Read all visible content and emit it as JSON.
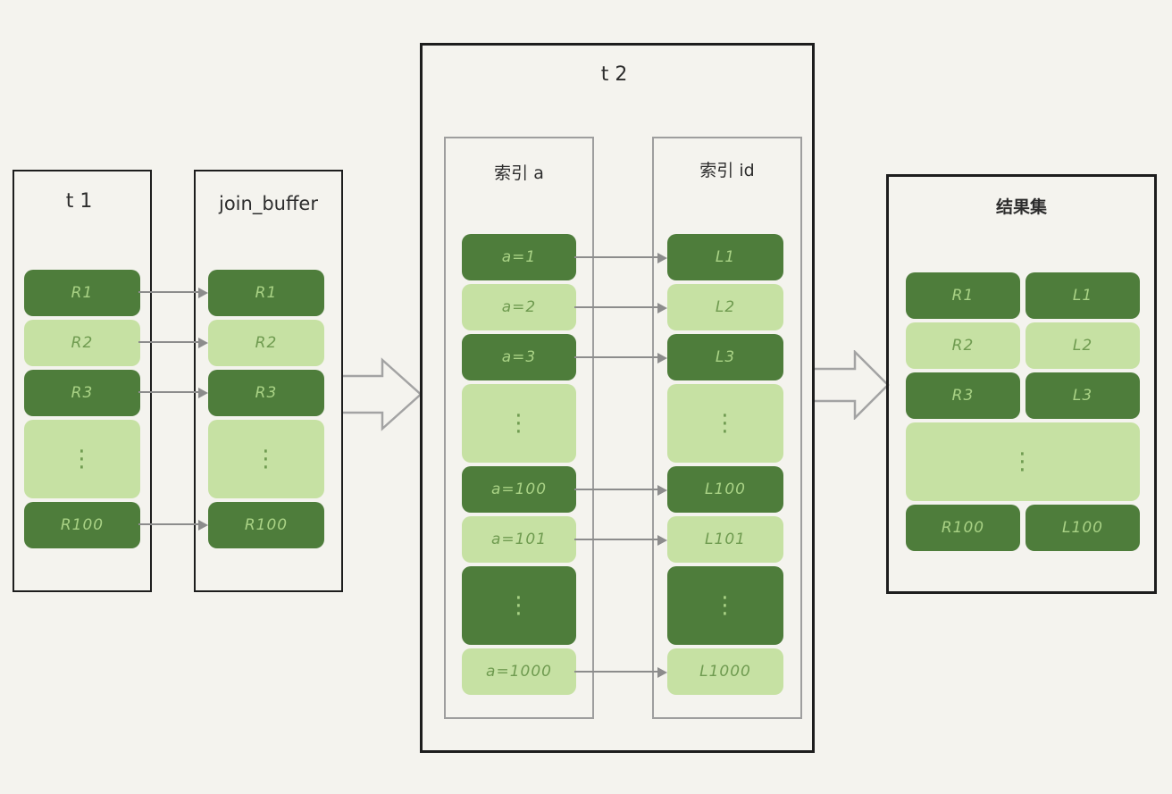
{
  "palette": {
    "background": "#f4f3ee",
    "dark_green": "#4e7d3b",
    "light_green": "#c6e1a3",
    "text_on_dark": "#a9d285",
    "text_on_light": "#6f9b50",
    "outer_border": "#1d1d1d",
    "inner_border": "#9e9e9e",
    "arrow_gray": "#8c8c8c",
    "title_color": "#2d2d2d"
  },
  "t1": {
    "title": "t1",
    "rows": [
      {
        "label": "R1",
        "tone": "dark"
      },
      {
        "label": "R2",
        "tone": "light"
      },
      {
        "label": "R3",
        "tone": "dark"
      },
      {
        "label": "⋮",
        "tone": "light"
      },
      {
        "label": "R100",
        "tone": "dark"
      }
    ]
  },
  "join_buffer": {
    "title": "join_buffer",
    "rows": [
      {
        "label": "R1",
        "tone": "dark"
      },
      {
        "label": "R2",
        "tone": "light"
      },
      {
        "label": "R3",
        "tone": "dark"
      },
      {
        "label": "⋮",
        "tone": "light"
      },
      {
        "label": "R100",
        "tone": "dark"
      }
    ]
  },
  "t2": {
    "title": "t2",
    "index_a": {
      "title": "索引 a",
      "rows": [
        {
          "label": "a=1",
          "tone": "dark"
        },
        {
          "label": "a=2",
          "tone": "light"
        },
        {
          "label": "a=3",
          "tone": "dark"
        },
        {
          "label": "⋮",
          "tone": "light"
        },
        {
          "label": "a=100",
          "tone": "dark"
        },
        {
          "label": "a=101",
          "tone": "light"
        },
        {
          "label": "⋮",
          "tone": "dark"
        },
        {
          "label": "a=1000",
          "tone": "light"
        }
      ]
    },
    "index_id": {
      "title": "索引 id",
      "rows": [
        {
          "label": "L1",
          "tone": "dark"
        },
        {
          "label": "L2",
          "tone": "light"
        },
        {
          "label": "L3",
          "tone": "dark"
        },
        {
          "label": "⋮",
          "tone": "light"
        },
        {
          "label": "L100",
          "tone": "dark"
        },
        {
          "label": "L101",
          "tone": "light"
        },
        {
          "label": "⋮",
          "tone": "dark"
        },
        {
          "label": "L1000",
          "tone": "light"
        }
      ]
    }
  },
  "result": {
    "title": "结果集",
    "rows": [
      {
        "left": "R1",
        "right": "L1",
        "tone": "dark"
      },
      {
        "left": "R2",
        "right": "L2",
        "tone": "light"
      },
      {
        "left": "R3",
        "right": "L3",
        "tone": "dark"
      },
      {
        "label": "⋮",
        "tone": "light",
        "span": true
      },
      {
        "left": "R100",
        "right": "L100",
        "tone": "dark"
      }
    ]
  }
}
